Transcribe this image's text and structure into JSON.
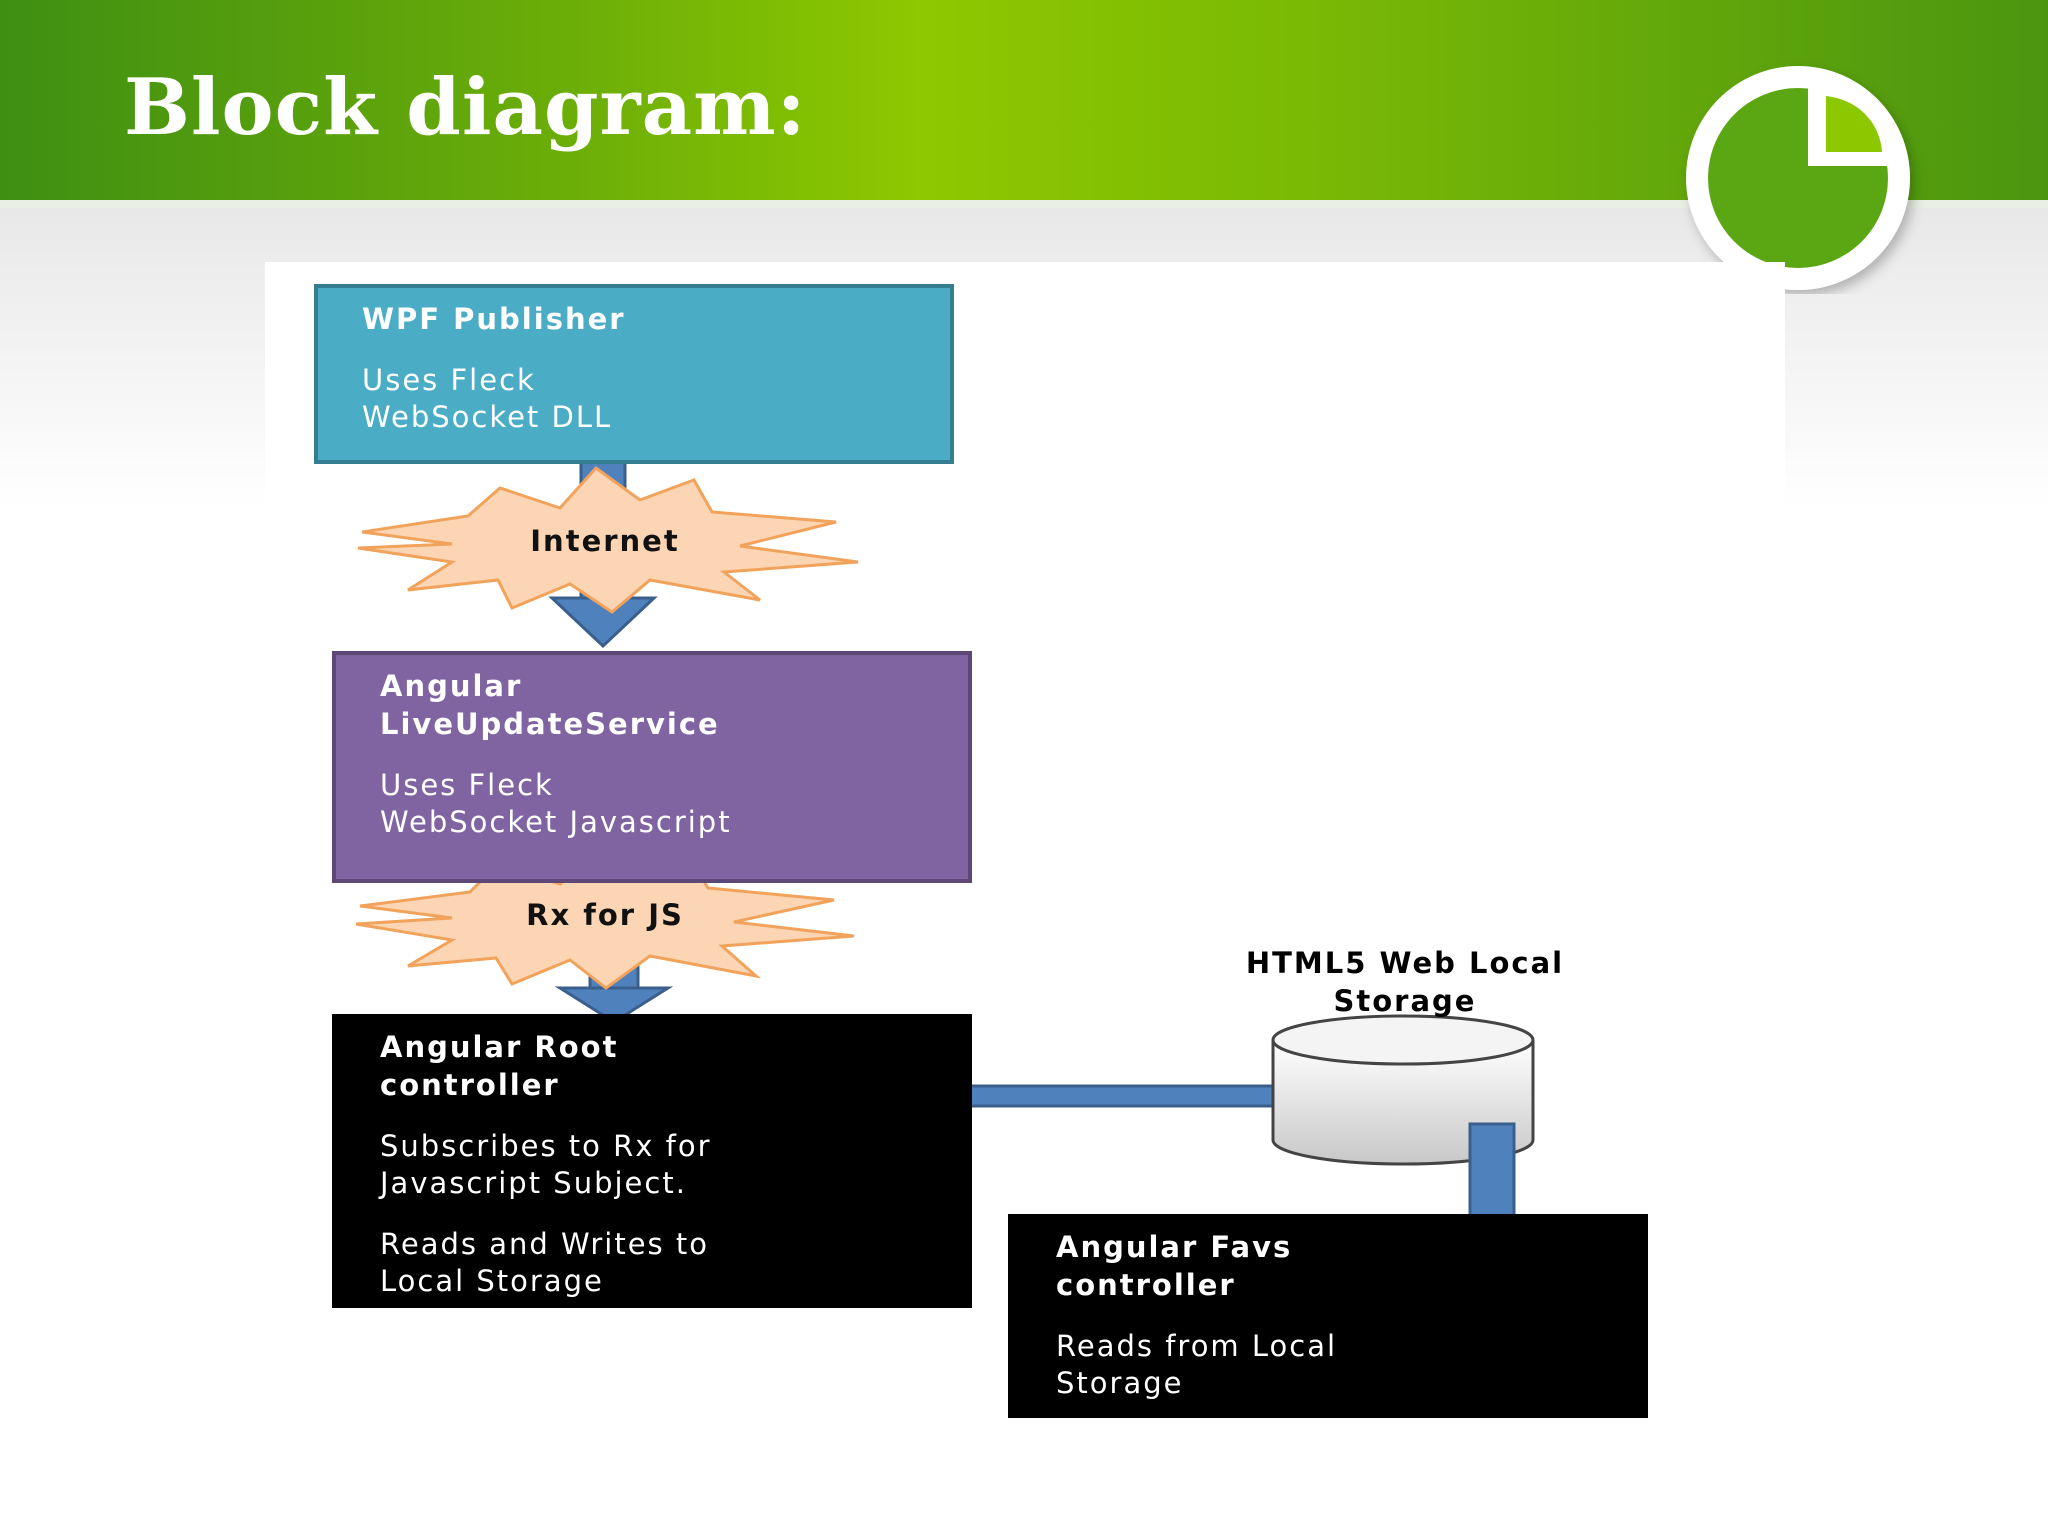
{
  "slide": {
    "title": "Block diagram:"
  },
  "diagram": {
    "wpf_publisher": {
      "title": "WPF Publisher",
      "detail": "Uses Fleck\nWebSocket  DLL"
    },
    "internet": {
      "label": "Internet"
    },
    "live_update_service": {
      "title": "Angular\nLiveUpdateService",
      "detail": "Uses Fleck\nWebSocket Javascript"
    },
    "rx_for_js": {
      "label": "Rx for JS"
    },
    "root_controller": {
      "title": "Angular Root\ncontroller",
      "detail": "Subscribes to Rx for\nJavascript Subject.",
      "detail2": "Reads and Writes to\nLocal Storage"
    },
    "local_storage": {
      "label": "HTML5 Web Local\nStorage"
    },
    "favs_controller": {
      "title": "Angular Favs\ncontroller",
      "detail": "Reads from  Local\nStorage"
    },
    "colors": {
      "header_green": "#6cae08",
      "wpf_fill": "#4bacc6",
      "service_fill": "#8064a2",
      "controller_fill": "#000000",
      "arrow_fill": "#4f81bd",
      "burst_fill": "#fcd5b4"
    }
  }
}
